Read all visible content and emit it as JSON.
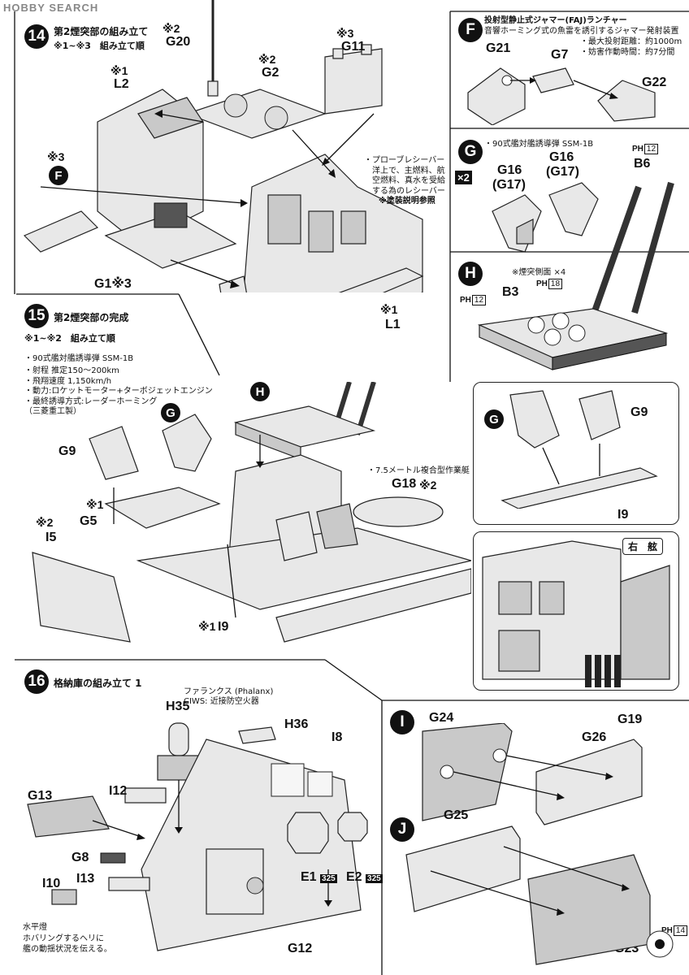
{
  "watermark": "HOBBY SEARCH",
  "step14": {
    "number": "14",
    "title": "第2煙突部の組み立て",
    "subtitle": "※1~※3　組み立て順",
    "parts": {
      "g20": "G20",
      "g20_mark": "※2",
      "g2": "G2",
      "g2_mark": "※2",
      "g11": "G11",
      "g11_mark": "※3",
      "l2": "L2",
      "l2_mark": "※1",
      "f_mark": "※3",
      "f_circle": "F",
      "g1": "G1※3",
      "l1": "L1",
      "l1_mark": "※1"
    },
    "probe_note": "・プローブレシーバー\n　洋上で、主燃料、航\n　空燃料、真水を受給\n　する為のレシーバー",
    "paint_note": "※塗装説明参照"
  },
  "boxF": {
    "circle": "F",
    "title": "投射型静止式ジャマー(FAJ)ランチャー",
    "desc": "音響ホーミング式の魚雷を誘引するジャマー発射装置",
    "spec1": "・最大投射距離：約1000m",
    "spec2": "・妨害作動時間：約7分間",
    "parts": {
      "g21": "G21",
      "g7": "G7",
      "g22": "G22"
    }
  },
  "boxG": {
    "circle": "G",
    "title": "・90式艦対艦誘導弾 SSM-1B",
    "mult": "×2",
    "parts": {
      "g16a": "G16",
      "g17a": "(G17)",
      "g16b": "G16",
      "g17b": "(G17)",
      "b6": "B6"
    },
    "ph": {
      "prefix": "PH",
      "num": "12"
    }
  },
  "boxH": {
    "circle": "H",
    "note": "※煙突側面 ×4",
    "ph_top": {
      "prefix": "PH",
      "num": "18"
    },
    "ph_left": {
      "prefix": "PH",
      "num": "12"
    },
    "parts": {
      "b3": "B3"
    }
  },
  "step15": {
    "number": "15",
    "title": "第2煙突部の完成",
    "subtitle": "※1~※2　組み立て順",
    "ssm_title": "・90式艦対艦誘導弾 SSM-1B",
    "ssm_specs": "・射程 推定150～200km\n・飛翔速度 1,150km/h\n・動力:ロケットモーター+ターボジェットエンジン\n・最終誘導方式:レーダーホーミング\n（三菱重工製）",
    "boat_note": "・7.5メートル複合型作業艇",
    "circle_g": "G",
    "circle_h": "H",
    "parts": {
      "g9": "G9",
      "g5": "G5",
      "g5_mark": "※1",
      "i5": "I5",
      "i5_mark": "※2",
      "i9": "I9",
      "i9_mark": "※1",
      "g18": "G18",
      "g18_mark": "※2"
    }
  },
  "boxG9": {
    "circle": "G",
    "parts": {
      "g9": "G9",
      "i9": "I9"
    }
  },
  "boxStarboard": {
    "label": "右　舷",
    "parts": {
      "g19": "G19"
    }
  },
  "step16": {
    "number": "16",
    "title": "格納庫の組み立て 1",
    "phalanx_title": "ファランクス (Phalanx)",
    "phalanx_desc": "CIWS: 近接防空火器",
    "parts": {
      "h35": "H35",
      "h36": "H36",
      "i8": "I8",
      "g13": "G13",
      "i12": "I12",
      "g8": "G8",
      "i13": "I13",
      "i10": "I10",
      "g12": "G12",
      "e1": "E1",
      "e2": "E2"
    },
    "paint_code": "325",
    "light_title": "水平燈",
    "light_desc": "ホバリングするヘリに\n艦の動揺状況を伝える。"
  },
  "boxI": {
    "circle": "I",
    "parts": {
      "g24": "G24",
      "g26": "G26"
    }
  },
  "boxJ": {
    "circle": "J",
    "parts": {
      "g25": "G25",
      "g23": "G23"
    },
    "ph": {
      "prefix": "PH",
      "num": "14"
    }
  }
}
